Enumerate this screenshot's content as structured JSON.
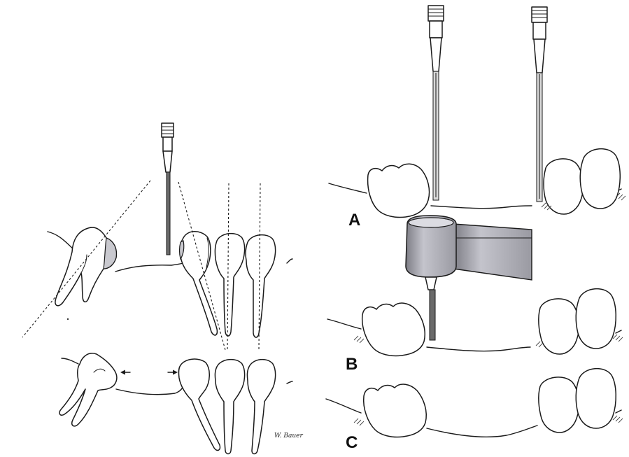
{
  "figure": {
    "panel_labels": {
      "a": "A",
      "b": "B",
      "c": "C"
    },
    "signature": "W. Bauer",
    "colors": {
      "ink": "#1a1a1a",
      "shading": "#c9c9cf",
      "paper": "#ffffff"
    }
  }
}
